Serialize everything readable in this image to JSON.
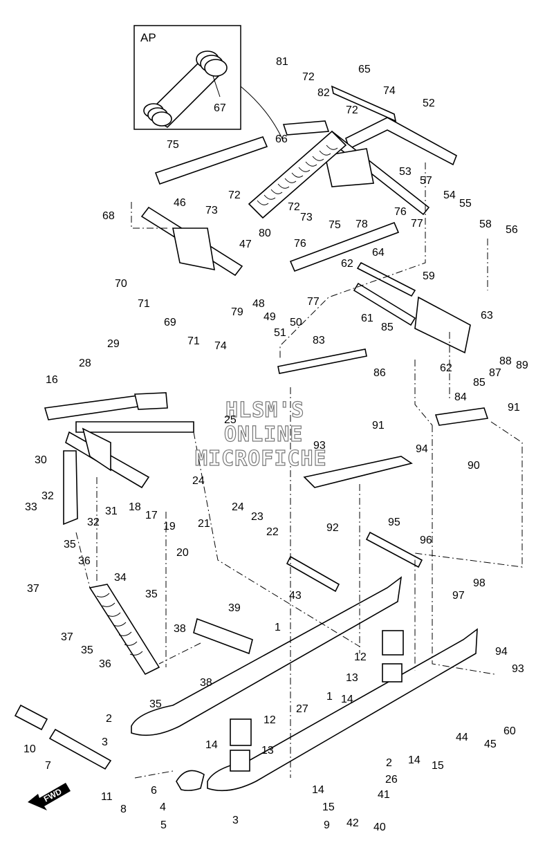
{
  "inset": {
    "label": "AP"
  },
  "watermark": [
    "HLSM'S",
    "ONLINE",
    "MICROFICHE"
  ],
  "direction_arrow": {
    "label": "FWD"
  },
  "callouts": [
    "1",
    "2",
    "3",
    "4",
    "5",
    "6",
    "7",
    "8",
    "9",
    "10",
    "11",
    "12",
    "13",
    "14",
    "15",
    "16",
    "17",
    "18",
    "19",
    "20",
    "21",
    "22",
    "23",
    "24",
    "25",
    "26",
    "27",
    "28",
    "29",
    "30",
    "31",
    "32",
    "33",
    "34",
    "35",
    "36",
    "37",
    "38",
    "39",
    "40",
    "41",
    "42",
    "43",
    "44",
    "45",
    "46",
    "47",
    "48",
    "49",
    "50",
    "51",
    "52",
    "53",
    "54",
    "55",
    "56",
    "57",
    "58",
    "59",
    "60",
    "61",
    "62",
    "63",
    "64",
    "65",
    "66",
    "67",
    "68",
    "69",
    "70",
    "71",
    "72",
    "73",
    "74",
    "75",
    "76",
    "77",
    "78",
    "79",
    "80",
    "81",
    "82",
    "83",
    "84",
    "85",
    "86",
    "87",
    "88",
    "89",
    "90",
    "91",
    "92",
    "93",
    "94",
    "95",
    "96",
    "97",
    "98"
  ]
}
